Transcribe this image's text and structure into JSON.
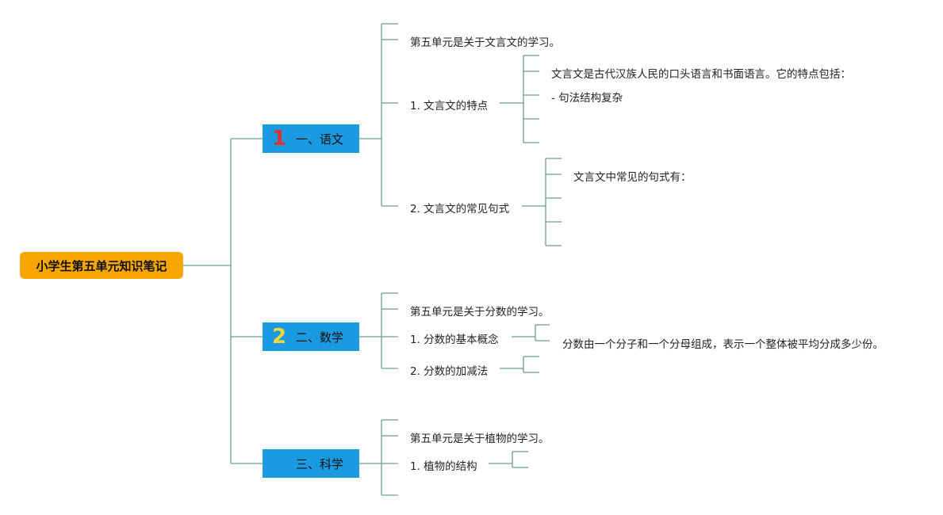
{
  "colors": {
    "root_bg": "#f7a600",
    "branch_bg": "#1b9ae2",
    "line": "#6d9e8b",
    "num1": "#e0312d",
    "num2": "#f2d93a"
  },
  "root": {
    "label": "小学生第五单元知识笔记"
  },
  "branches": [
    {
      "num": "1",
      "label": "一、语文"
    },
    {
      "num": "2",
      "label": "二、数学"
    },
    {
      "num": "",
      "label": "三、科学"
    }
  ],
  "chinese": {
    "intro": "第五单元是关于文言文的学习。",
    "topic1": "1. 文言文的特点",
    "topic1_detail1": "文言文是古代汉族人民的口头语言和书面语言。它的特点包括：",
    "topic1_detail2": "- 句法结构复杂",
    "topic2": "2. 文言文的常见句式",
    "topic2_detail1": "文言文中常见的句式有："
  },
  "math": {
    "intro": "第五单元是关于分数的学习。",
    "topic1": "1. 分数的基本概念",
    "topic1_detail1": "分数由一个分子和一个分母组成，表示一个整体被平均分成多少份。",
    "topic2": "2. 分数的加减法"
  },
  "science": {
    "intro": "第五单元是关于植物的学习。",
    "topic1": "1. 植物的结构"
  }
}
